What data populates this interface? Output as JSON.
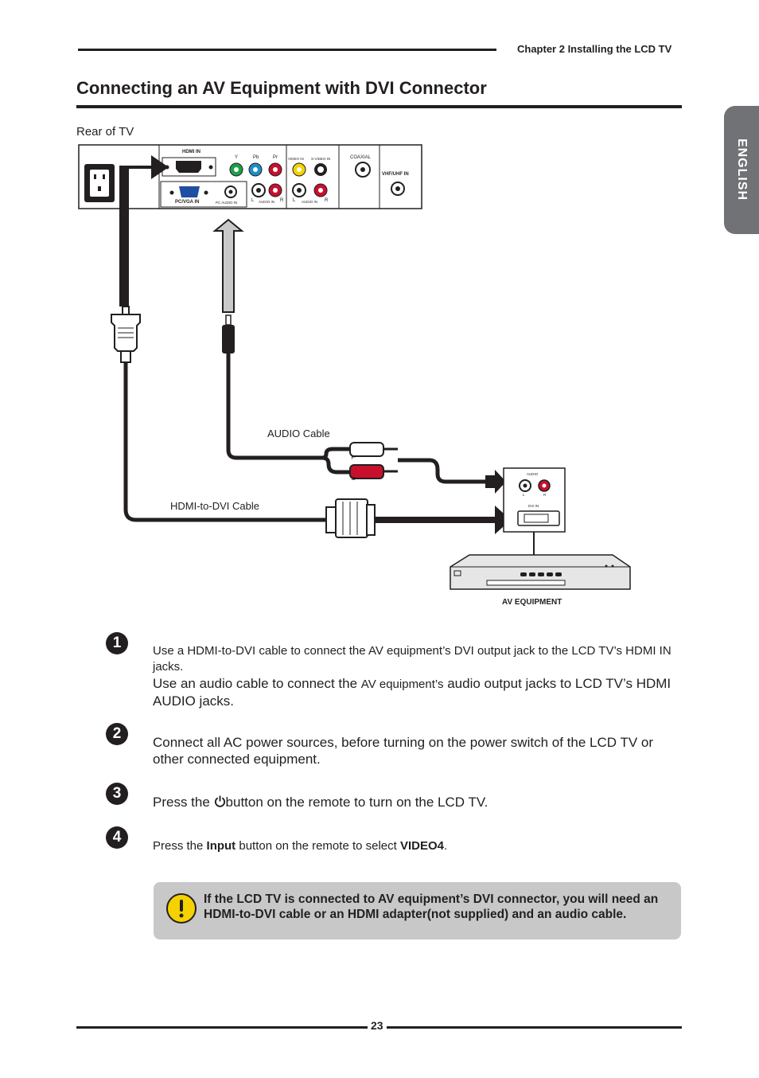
{
  "header": {
    "chapter": "Chapter 2 Installing the LCD TV"
  },
  "title": "Connecting an AV Equipment with DVI Connector",
  "side_tab": "ENGLISH",
  "diagram": {
    "rear_label": "Rear of TV",
    "tv_ports": {
      "hdmi_in": "HDMI IN",
      "pc_vga_in": "PC/VGA IN",
      "pc_audio_in": "PC AUDIO IN",
      "y": "Y",
      "pb": "Pb",
      "pr": "Pr",
      "l": "L",
      "r": "R",
      "audio_in": "AUDIO IN",
      "video_in": "VIDEO IN",
      "s_video_in": "S-VIDEO IN",
      "coaxial": "COAXIAL",
      "vhf_uhf_in": "VHF/UHF IN"
    },
    "audio_cable": "AUDIO Cable",
    "hdmi_dvi_cable": "HDMI-to-DVI Cable",
    "plug_l": "L",
    "plug_r": "R",
    "device_panel": {
      "audio": "AUDIO",
      "l": "L",
      "r": "R",
      "dvi_in": "DVI IN"
    },
    "device_label": "AV EQUIPMENT"
  },
  "steps": [
    {
      "number": "1",
      "line1": "Use a HDMI-to-DVI cable to connect the AV equipment’s DVI output jack to the LCD TV’s HDMI IN jacks.",
      "line2a": "Use an audio cable to connect the ",
      "line2b": "AV equipment’s",
      "line2c": " audio output jacks to LCD TV’s HDMI AUDIO jacks."
    },
    {
      "number": "2",
      "text": "Connect all AC power sources, before turning on the power switch of the LCD TV or other connected equipment."
    },
    {
      "number": "3",
      "text_before": "Press the ",
      "text_after": "button on the remote to turn on the LCD TV.",
      "icon": "power-icon"
    },
    {
      "number": "4",
      "text_before": "Press the ",
      "input_kw": "Input",
      "text_mid": " button on the remote to select ",
      "video_kw": "VIDEO4",
      "text_after": "."
    }
  ],
  "note": {
    "text": "If the LCD TV is connected to AV equipment’s DVI connector, you will need an HDMI-to-DVI cable or an HDMI adapter(not supplied) and an audio cable.",
    "icon": "exclamation-icon",
    "background": "#c8c8c8"
  },
  "page_number": "23"
}
